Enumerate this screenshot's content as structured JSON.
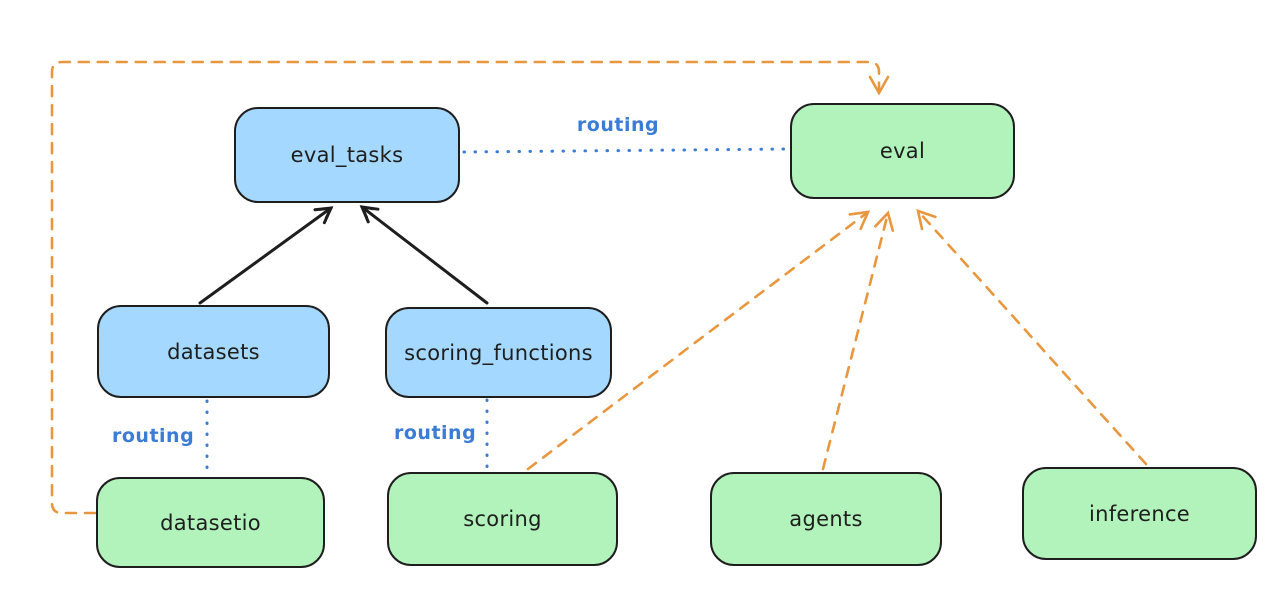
{
  "diagram": {
    "background": "#ffffff",
    "palette": {
      "node_stroke": "#1e1e1e",
      "blue_node_fill": "#a5d8ff",
      "green_node_fill": "#b2f2bb",
      "routing_line_blue": "#3b7cd6",
      "dashed_arrow_orange": "#e8973f",
      "solid_arrow_black": "#1e1e1e"
    },
    "nodes": [
      {
        "id": "eval_tasks",
        "label": "eval_tasks",
        "color": "blue"
      },
      {
        "id": "eval",
        "label": "eval",
        "color": "green"
      },
      {
        "id": "datasets",
        "label": "datasets",
        "color": "blue"
      },
      {
        "id": "scoring_functions",
        "label": "scoring_functions",
        "color": "blue"
      },
      {
        "id": "datasetio",
        "label": "datasetio",
        "color": "green"
      },
      {
        "id": "scoring",
        "label": "scoring",
        "color": "green"
      },
      {
        "id": "agents",
        "label": "agents",
        "color": "green"
      },
      {
        "id": "inference",
        "label": "inference",
        "color": "green"
      }
    ],
    "edges": [
      {
        "from": "datasets",
        "to": "eval_tasks",
        "style": "solid-black-arrow"
      },
      {
        "from": "scoring_functions",
        "to": "eval_tasks",
        "style": "solid-black-arrow"
      },
      {
        "from": "eval_tasks",
        "to": "eval",
        "style": "dotted-blue",
        "label": "routing"
      },
      {
        "from": "datasets",
        "to": "datasetio",
        "style": "dotted-blue",
        "label": "routing"
      },
      {
        "from": "scoring_functions",
        "to": "scoring",
        "style": "dotted-blue",
        "label": "routing"
      },
      {
        "from": "scoring",
        "to": "eval",
        "style": "dashed-orange-arrow"
      },
      {
        "from": "agents",
        "to": "eval",
        "style": "dashed-orange-arrow"
      },
      {
        "from": "inference",
        "to": "eval",
        "style": "dashed-orange-arrow"
      },
      {
        "from": "datasetio",
        "to": "eval",
        "style": "dashed-orange-arrow",
        "route": "around-left-and-top"
      }
    ]
  }
}
